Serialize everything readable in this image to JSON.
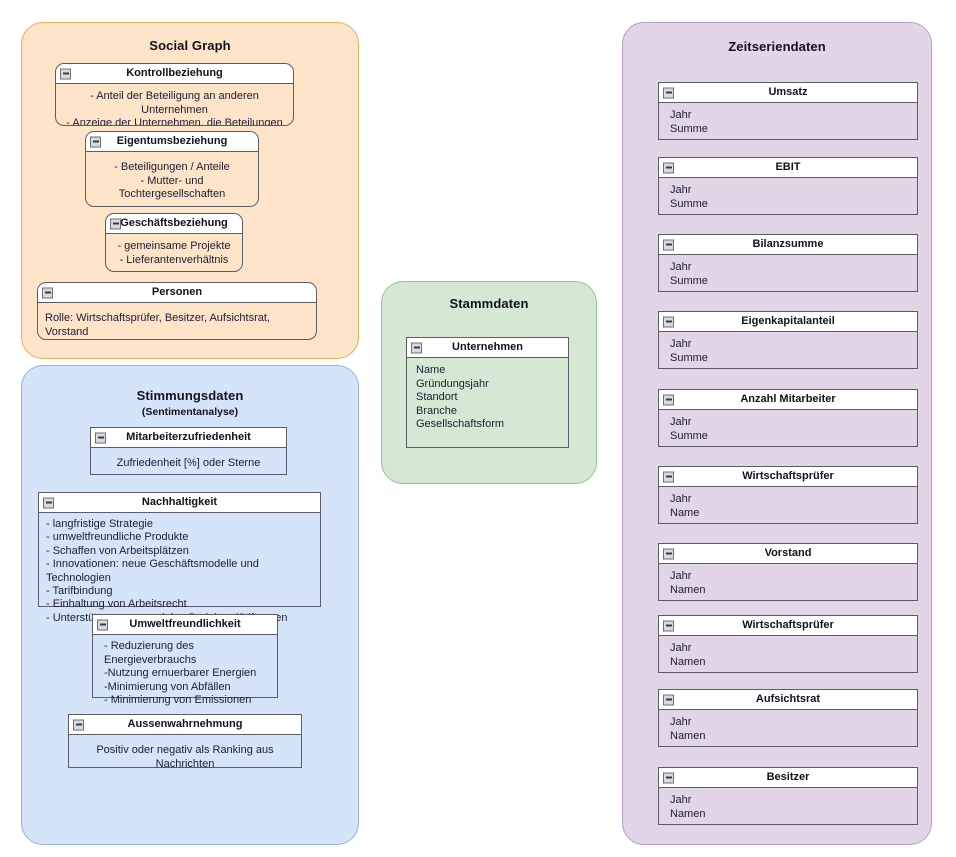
{
  "groups": {
    "social_graph": {
      "title": "Social Graph",
      "color": "#fde3c8",
      "border_color": "#e8b059",
      "boxes": [
        {
          "title": "Kontrollbeziehung",
          "icon": "collapse-icon",
          "body": "- Anteil der Beteiligung an anderen Unternehmen\n- Anzeige der Unternehmen, die Beteilungen haben"
        },
        {
          "title": "Eigentumsbeziehung",
          "icon": "collapse-icon",
          "body": "- Beteiligungen / Anteile\n- Mutter- und Tochtergesellschaften"
        },
        {
          "title": "Geschäftsbeziehung",
          "icon": "collapse-icon",
          "body": "- gemeinsame Projekte\n- Lieferantenverhältnis"
        },
        {
          "title": "Personen",
          "icon": "collapse-icon",
          "body": "Rolle: Wirtschaftsprüfer, Besitzer, Aufsichtsrat, Vorstand"
        }
      ]
    },
    "stimmungsdaten": {
      "title": "Stimmungsdaten",
      "subtitle": "(Sentimentanalyse)",
      "color": "#d5e4f8",
      "border_color": "#8fb4e3",
      "boxes": [
        {
          "title": "Mitarbeiterzufriedenheit",
          "icon": "collapse-icon",
          "body": "Zufriedenheit [%] oder Sterne"
        },
        {
          "title": "Nachhaltigkeit",
          "icon": "collapse-icon",
          "body": "- langfristige Strategie\n- umweltfreundliche Produkte\n- Schaffen von Arbeitsplätzen\n- Innovationen: neue Geschäftsmodelle und Technologien\n- Tarifbindung\n- Einhaltung von Arbeitsrecht\n- Unterstützung von sozialen Projekten/Stiftungen"
        },
        {
          "title": "Umweltfreundlichkeit",
          "icon": "collapse-icon",
          "body": "- Reduzierung des Energieverbrauchs\n-Nutzung ernuerbarer Energien\n-Minimierung von Abfällen\n- Minimierung von Emissionen"
        },
        {
          "title": "Aussenwahrnehmung",
          "icon": "collapse-icon",
          "body": "Positiv oder negativ als Ranking aus Nachrichten"
        }
      ]
    },
    "stammdaten": {
      "title": "Stammdaten",
      "color": "#d5e8d4",
      "border_color": "#93c192",
      "boxes": [
        {
          "title": "Unternehmen",
          "icon": "collapse-icon",
          "body": "Name\nGründungsjahr\nStandort\nBranche\nGesellschaftsform"
        }
      ]
    },
    "zeitseriendaten": {
      "title": "Zeitseriendaten",
      "color": "#e1d5e7",
      "border_color": "#b99ec6",
      "boxes": [
        {
          "title": "Umsatz",
          "icon": "collapse-icon",
          "body": "Jahr\nSumme"
        },
        {
          "title": "EBIT",
          "icon": "collapse-icon",
          "body": "Jahr\nSumme"
        },
        {
          "title": "Bilanzsumme",
          "icon": "collapse-icon",
          "body": "Jahr\nSumme"
        },
        {
          "title": "Eigenkapitalanteil",
          "icon": "collapse-icon",
          "body": "Jahr\nSumme"
        },
        {
          "title": "Anzahl Mitarbeiter",
          "icon": "collapse-icon",
          "body": "Jahr\nSumme"
        },
        {
          "title": "Wirtschaftsprüfer",
          "icon": "collapse-icon",
          "body": "Jahr\nName"
        },
        {
          "title": "Vorstand",
          "icon": "collapse-icon",
          "body": "Jahr\nNamen"
        },
        {
          "title": "Wirtschaftsprüfer",
          "icon": "collapse-icon",
          "body": "Jahr\nNamen"
        },
        {
          "title": "Aufsichtsrat",
          "icon": "collapse-icon",
          "body": "Jahr\nNamen"
        },
        {
          "title": "Besitzer",
          "icon": "collapse-icon",
          "body": "Jahr\nNamen"
        }
      ]
    }
  }
}
